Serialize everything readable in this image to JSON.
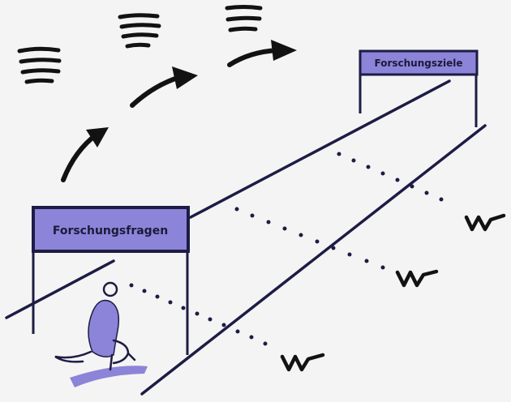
{
  "diagram": {
    "start_label": "Forschungsfragen",
    "goal_label": "Forschungsziele"
  },
  "colors": {
    "ink": "#1d1c45",
    "label_fill": "#8c84d8",
    "figure_fill": "#8c84d8",
    "background": "#f4f4f4"
  },
  "icons": [
    "arrow-icon",
    "scribble-lines-icon",
    "runner-icon",
    "track-lanes"
  ]
}
